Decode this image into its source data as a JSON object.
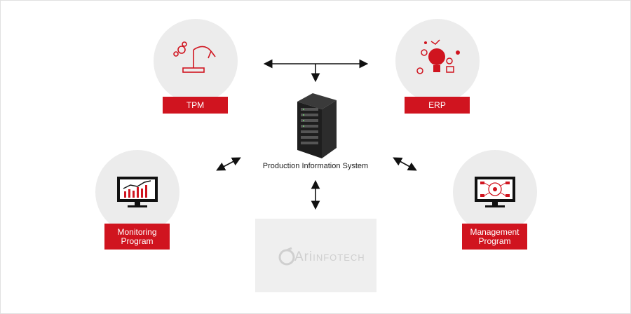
{
  "center": {
    "label": "Production Information System"
  },
  "nodes": {
    "tpm": {
      "label": "TPM"
    },
    "erp": {
      "label": "ERP"
    },
    "monitoring": {
      "line1": "Monitoring",
      "line2": "Program"
    },
    "management": {
      "line1": "Management",
      "line2": "Program"
    }
  },
  "logo": {
    "brand": "Ari",
    "suffix": "INFOTECH"
  },
  "colors": {
    "accent": "#d0141f",
    "circle": "#ececec",
    "arrow": "#111111"
  },
  "icons": {
    "tpm": "robot-arm-icon",
    "erp": "lightbulb-network-icon",
    "monitoring": "monitor-chart-icon",
    "management": "monitor-network-icon",
    "center": "server-rack-icon"
  }
}
